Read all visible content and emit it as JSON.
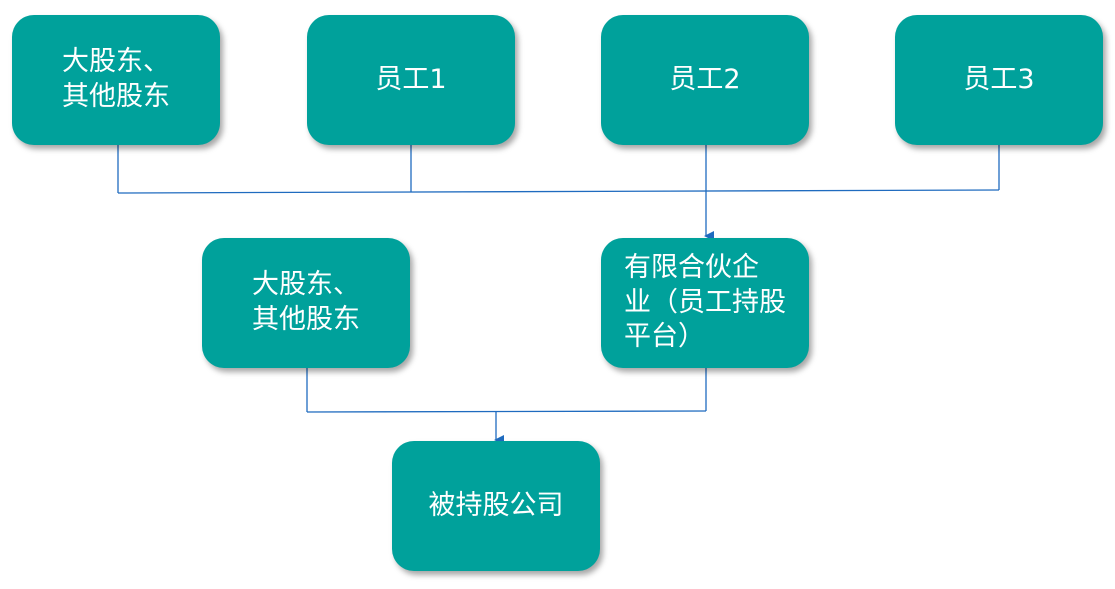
{
  "diagram": {
    "line_color": "#1f6bbf",
    "node_color": "#00a19b",
    "text_color": "#ffffff",
    "nodes": [
      {
        "id": "n1",
        "label": "大股东、\n其他股东"
      },
      {
        "id": "n2",
        "label": "员工1"
      },
      {
        "id": "n3",
        "label": "员工2"
      },
      {
        "id": "n4",
        "label": "员工3"
      },
      {
        "id": "n5",
        "label": "大股东、\n其他股东"
      },
      {
        "id": "n6",
        "label": "  有限合伙企\n业（员工持股\n     平台）"
      },
      {
        "id": "n7",
        "label": "被持股公司"
      }
    ],
    "edges": [
      {
        "from": [
          "n1",
          "n2",
          "n3",
          "n4"
        ],
        "to": "n6"
      },
      {
        "from": [
          "n5",
          "n6"
        ],
        "to": "n7"
      }
    ]
  }
}
